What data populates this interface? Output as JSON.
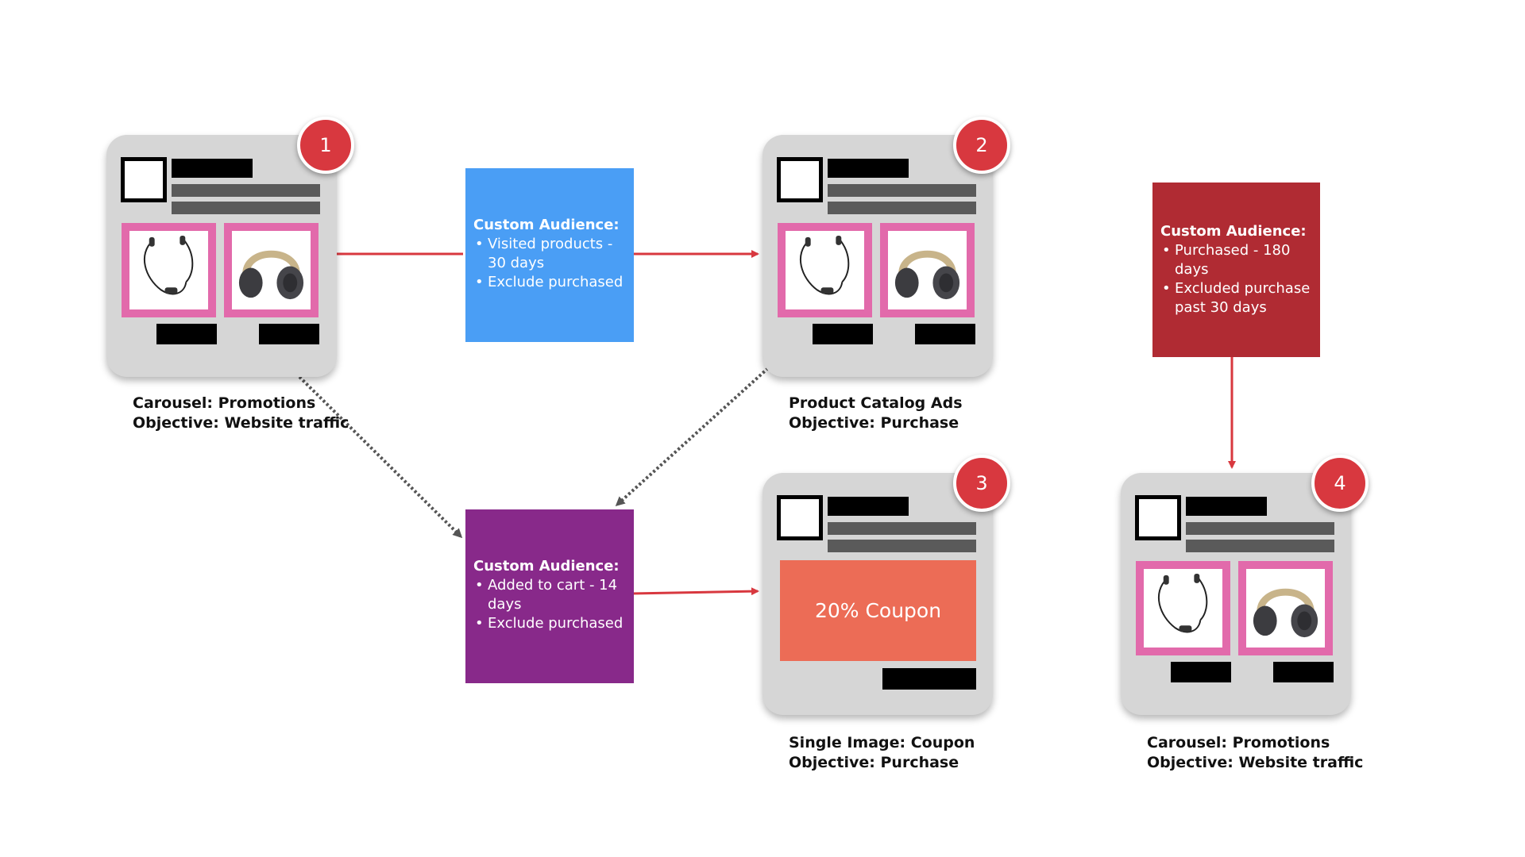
{
  "colors": {
    "arrow_red": "#d8383f",
    "arrow_dotted": "#555555",
    "card_bg": "#d6d6d6",
    "product_frame": "#e26aab",
    "badge": "#d8383f",
    "coupon": "#ec6c56",
    "audience_blue": "#4a9ef5",
    "audience_purple": "#88298a",
    "audience_darkred": "#b02b33"
  },
  "ads": [
    {
      "badge": "1",
      "layout": "carousel",
      "caption": {
        "line1": "Carousel: Promotions",
        "line2": "Objective: Website traffic"
      },
      "products": [
        {
          "icon": "earphones-icon"
        },
        {
          "icon": "headphones-icon"
        }
      ]
    },
    {
      "badge": "2",
      "layout": "carousel",
      "caption": {
        "line1": "Product Catalog Ads",
        "line2": "Objective: Purchase"
      },
      "products": [
        {
          "icon": "earphones-icon"
        },
        {
          "icon": "headphones-icon"
        }
      ]
    },
    {
      "badge": "3",
      "layout": "single-image",
      "coupon_text": "20% Coupon",
      "caption": {
        "line1": "Single Image: Coupon",
        "line2": "Objective: Purchase"
      }
    },
    {
      "badge": "4",
      "layout": "carousel",
      "caption": {
        "line1": "Carousel: Promotions",
        "line2": "Objective: Website traffic"
      },
      "products": [
        {
          "icon": "earphones-icon"
        },
        {
          "icon": "headphones-icon"
        }
      ]
    }
  ],
  "audiences": [
    {
      "title": "Custom Audience:",
      "items": [
        "Visited products - 30 days",
        "Exclude purchased"
      ],
      "color": "#4a9ef5"
    },
    {
      "title": "Custom Audience:",
      "items": [
        "Added to cart - 14 days",
        "Exclude purchased"
      ],
      "color": "#88298a"
    },
    {
      "title": "Custom Audience:",
      "items": [
        "Purchased - 180 days",
        "Excluded purchase past 30 days"
      ],
      "color": "#b02b33"
    }
  ]
}
